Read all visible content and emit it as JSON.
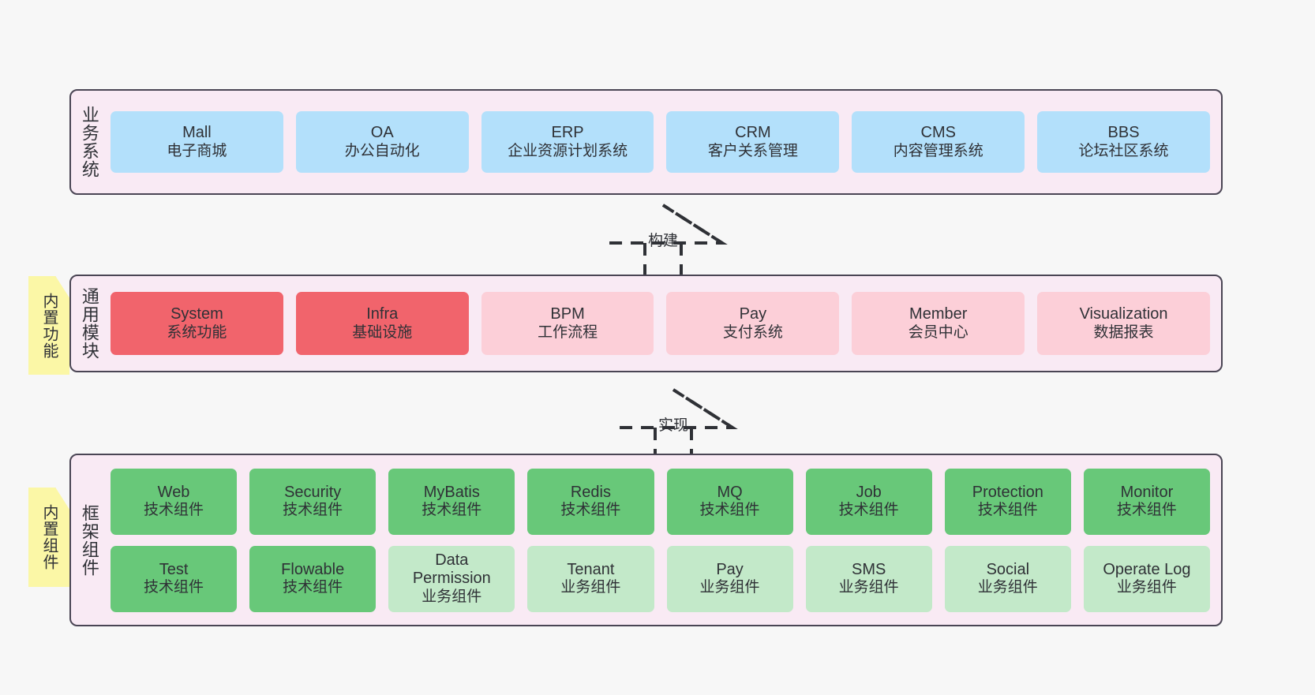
{
  "diagram": {
    "layers": [
      {
        "id": "business-systems",
        "label": "业务系统",
        "rows": [
          [
            {
              "title": "Mall",
              "subtitle": "电子商城"
            },
            {
              "title": "OA",
              "subtitle": "办公自动化"
            },
            {
              "title": "ERP",
              "subtitle": "企业资源计划系统"
            },
            {
              "title": "CRM",
              "subtitle": "客户关系管理"
            },
            {
              "title": "CMS",
              "subtitle": "内容管理系统"
            },
            {
              "title": "BBS",
              "subtitle": "论坛社区系统"
            }
          ]
        ]
      },
      {
        "id": "common-modules",
        "label": "通用模块",
        "note": "内置功能",
        "rows": [
          [
            {
              "title": "System",
              "subtitle": "系统功能",
              "style": "strong-red"
            },
            {
              "title": "Infra",
              "subtitle": "基础设施",
              "style": "strong-red"
            },
            {
              "title": "BPM",
              "subtitle": "工作流程",
              "style": "soft-red"
            },
            {
              "title": "Pay",
              "subtitle": "支付系统",
              "style": "soft-red"
            },
            {
              "title": "Member",
              "subtitle": "会员中心",
              "style": "soft-red"
            },
            {
              "title": "Visualization",
              "subtitle": "数据报表",
              "style": "soft-red"
            }
          ]
        ]
      },
      {
        "id": "framework-components",
        "label": "框架组件",
        "note": "内置组件",
        "rows": [
          [
            {
              "title": "Web",
              "subtitle": "技术组件",
              "style": "strong-green"
            },
            {
              "title": "Security",
              "subtitle": "技术组件",
              "style": "strong-green"
            },
            {
              "title": "MyBatis",
              "subtitle": "技术组件",
              "style": "strong-green"
            },
            {
              "title": "Redis",
              "subtitle": "技术组件",
              "style": "strong-green"
            },
            {
              "title": "MQ",
              "subtitle": "技术组件",
              "style": "strong-green"
            },
            {
              "title": "Job",
              "subtitle": "技术组件",
              "style": "strong-green"
            },
            {
              "title": "Protection",
              "subtitle": "技术组件",
              "style": "strong-green"
            },
            {
              "title": "Monitor",
              "subtitle": "技术组件",
              "style": "strong-green"
            }
          ],
          [
            {
              "title": "Test",
              "subtitle": "技术组件",
              "style": "strong-green"
            },
            {
              "title": "Flowable",
              "subtitle": "技术组件",
              "style": "strong-green"
            },
            {
              "title": "Data Permission",
              "subtitle": "业务组件",
              "style": "soft-green"
            },
            {
              "title": "Tenant",
              "subtitle": "业务组件",
              "style": "soft-green"
            },
            {
              "title": "Pay",
              "subtitle": "业务组件",
              "style": "soft-green"
            },
            {
              "title": "SMS",
              "subtitle": "业务组件",
              "style": "soft-green"
            },
            {
              "title": "Social",
              "subtitle": "业务组件",
              "style": "soft-green"
            },
            {
              "title": "Operate Log",
              "subtitle": "业务组件",
              "style": "soft-green"
            }
          ]
        ]
      }
    ],
    "connectors": [
      {
        "id": "build",
        "label": "构建"
      },
      {
        "id": "implement",
        "label": "实现"
      }
    ],
    "colors": {
      "canvas_bg": "#f7f7f7",
      "layer_bg": "#f9eaf4",
      "layer_border": "#4a4554",
      "business_node": "#b3e0fb",
      "strong_red": "#f1646c",
      "soft_red": "#fccfd8",
      "strong_green": "#68c879",
      "soft_green": "#c3e9c9",
      "note_bg": "#fbf7a6",
      "note_fold": "#cfcfcf",
      "text": "#2f3136"
    }
  }
}
